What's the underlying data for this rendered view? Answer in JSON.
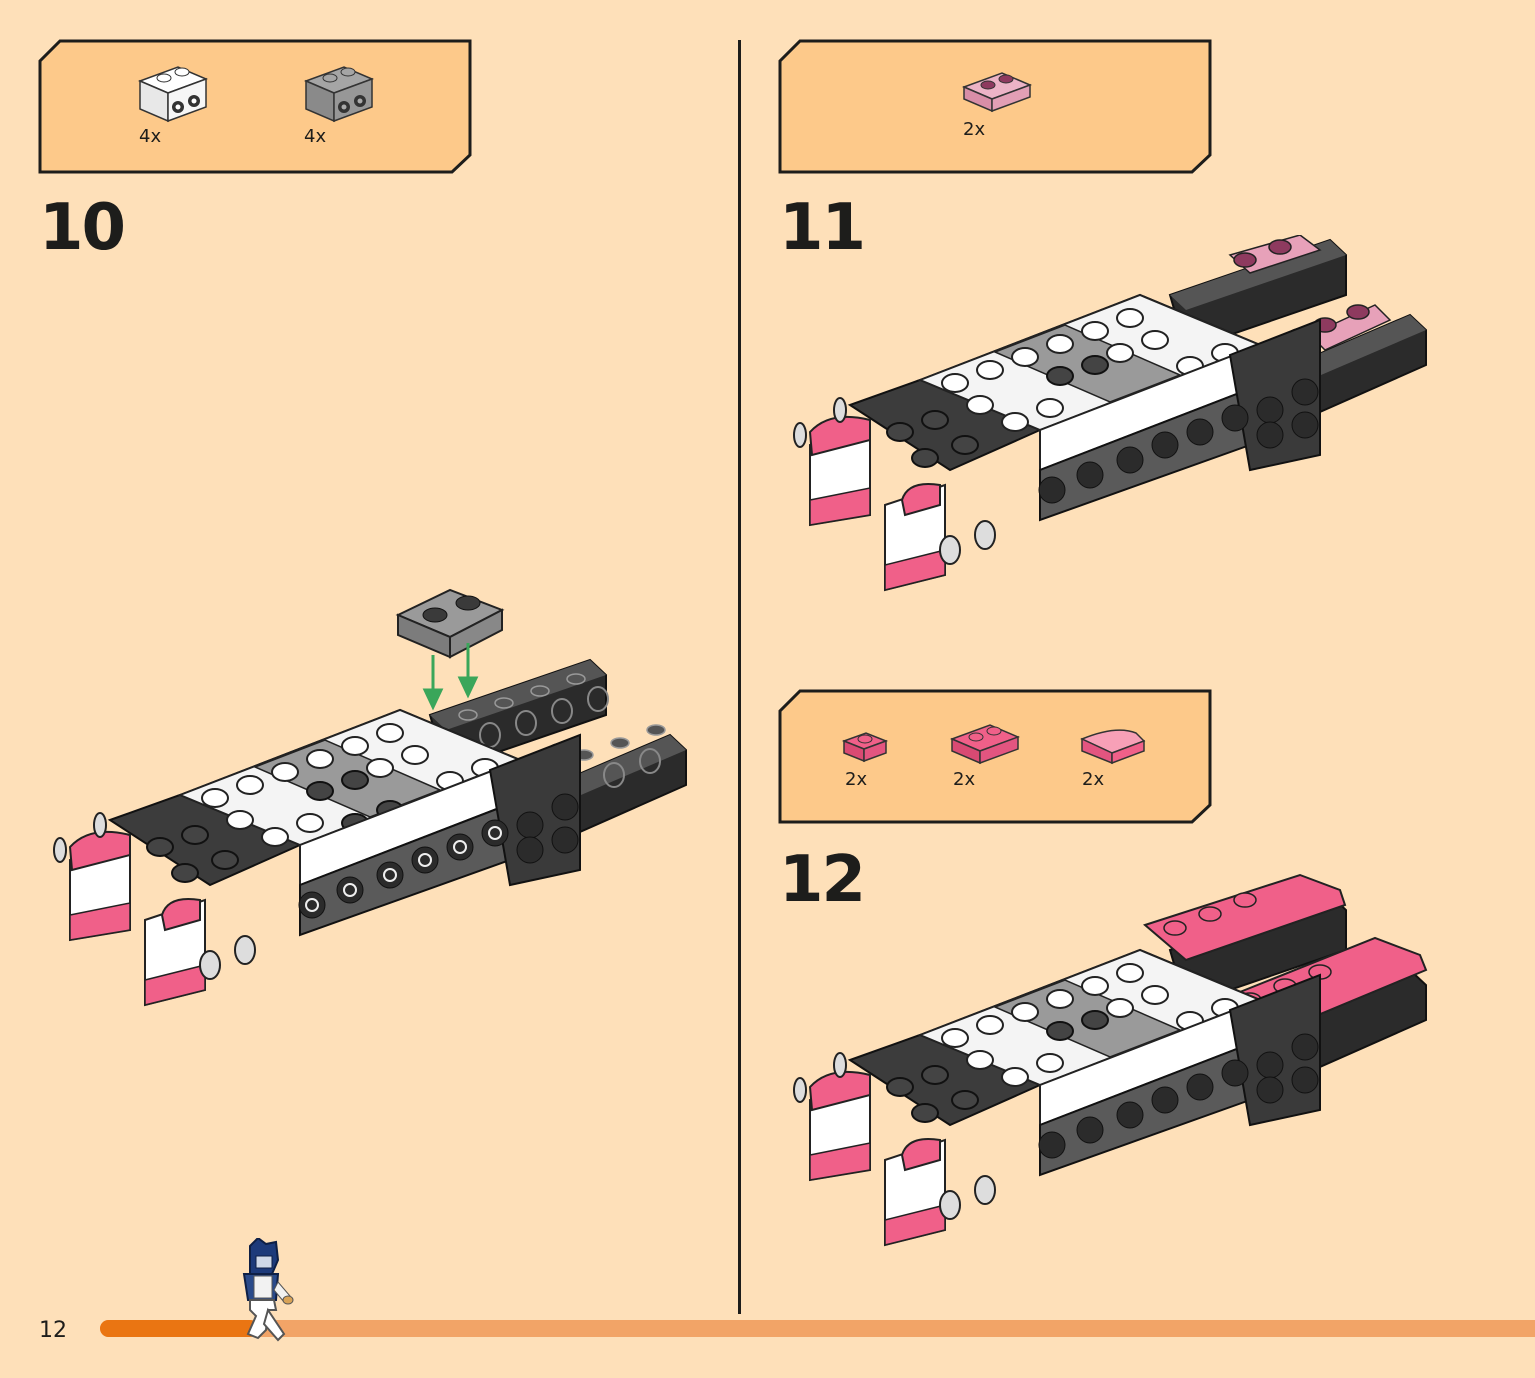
{
  "page": {
    "number": "12",
    "progress": 0.11
  },
  "colors": {
    "background": "#fee0b9",
    "parts_box": "#fdc98a",
    "outline": "#1d1d1b",
    "progress_fill": "#ea7512",
    "progress_track": "#f2a467",
    "brick_white": "#ffffff",
    "brick_light_gray": "#9a9a9a",
    "brick_dark_gray": "#4a4a4a",
    "brick_black": "#2b2b2b",
    "brick_pink": "#f06089",
    "brick_trans_pink": "#e7a1b9",
    "arrow_green": "#3aa65a"
  },
  "steps": [
    {
      "number": "10",
      "parts": [
        {
          "qty": "4x",
          "part": "white-bracket-1x2-icon"
        },
        {
          "qty": "4x",
          "part": "gray-bracket-1x2-icon"
        }
      ]
    },
    {
      "number": "11",
      "parts": [
        {
          "qty": "2x",
          "part": "trans-pink-plate-1x2-icon"
        }
      ]
    },
    {
      "number": "12",
      "parts": [
        {
          "qty": "2x",
          "part": "pink-plate-1x1-icon"
        },
        {
          "qty": "2x",
          "part": "pink-plate-1x2-icon"
        },
        {
          "qty": "2x",
          "part": "pink-curved-slope-icon"
        }
      ]
    }
  ]
}
